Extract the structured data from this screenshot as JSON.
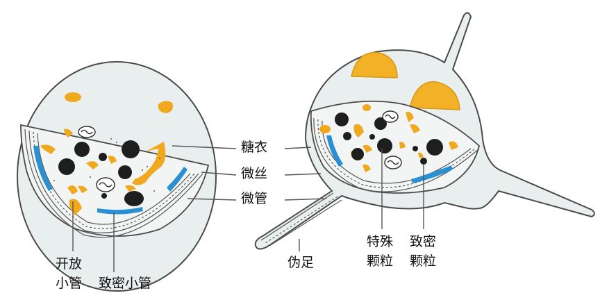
{
  "labels": {
    "glycocalyx": "糖衣",
    "microfilament": "微丝",
    "microtubule": "微管",
    "open_canal_line1": "开放",
    "open_canal_line2": "小管",
    "dense_tubular": "致密小管",
    "pseudopod": "伪足",
    "special_granule_line1": "特殊",
    "special_granule_line2": "颗粒",
    "dense_granule_line1": "致密",
    "dense_granule_line2": "颗粒"
  },
  "colors": {
    "cytoplasm": "#e9efee",
    "outline": "#4a4a4a",
    "open_canal": "#f0a81e",
    "dense_tubular": "#2b8fd3",
    "granule": "#1e1e1e",
    "surface_cap": "#f3b128",
    "label_line": "#555555"
  }
}
